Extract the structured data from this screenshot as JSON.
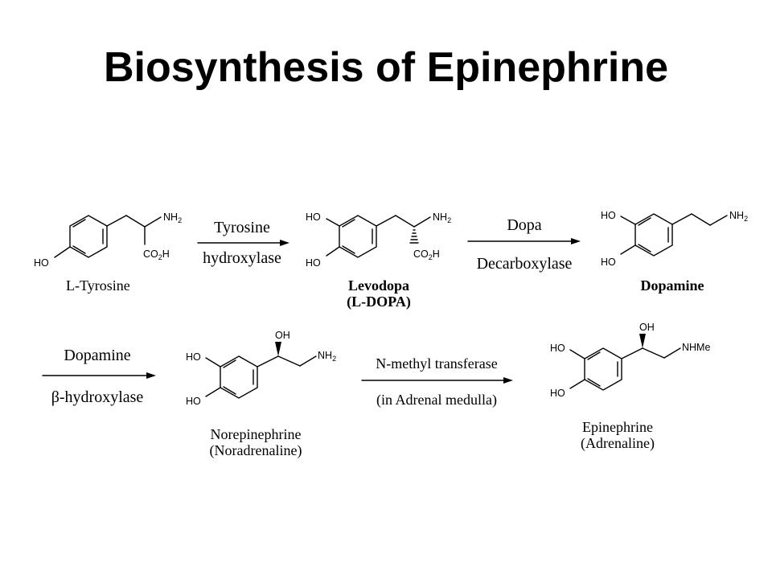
{
  "title": "Biosynthesis of Epinephrine",
  "atoms": {
    "ho": "HO",
    "oh": "OH",
    "nh": "NH",
    "sub2": "2",
    "co": "CO",
    "h": "H",
    "nhme": "NHMe"
  },
  "compounds": {
    "tyrosine": "L-Tyrosine",
    "levodopa": "Levodopa",
    "ldopa": "(L-DOPA)",
    "dopamine": "Dopamine",
    "norepinephrine": "Norepinephrine",
    "noradrenaline": "(Noradrenaline)",
    "epinephrine": "Epinephrine",
    "adrenaline": "(Adrenaline)"
  },
  "enzymes": {
    "step1_top": "Tyrosine",
    "step1_bottom": "hydroxylase",
    "step2_top": "Dopa",
    "step2_bottom": "Decarboxylase",
    "step3_top": "Dopamine",
    "step3_bottom": "β-hydroxylase",
    "step4_top": "N-methyl transferase",
    "step4_bottom": "(in Adrenal medulla)"
  }
}
